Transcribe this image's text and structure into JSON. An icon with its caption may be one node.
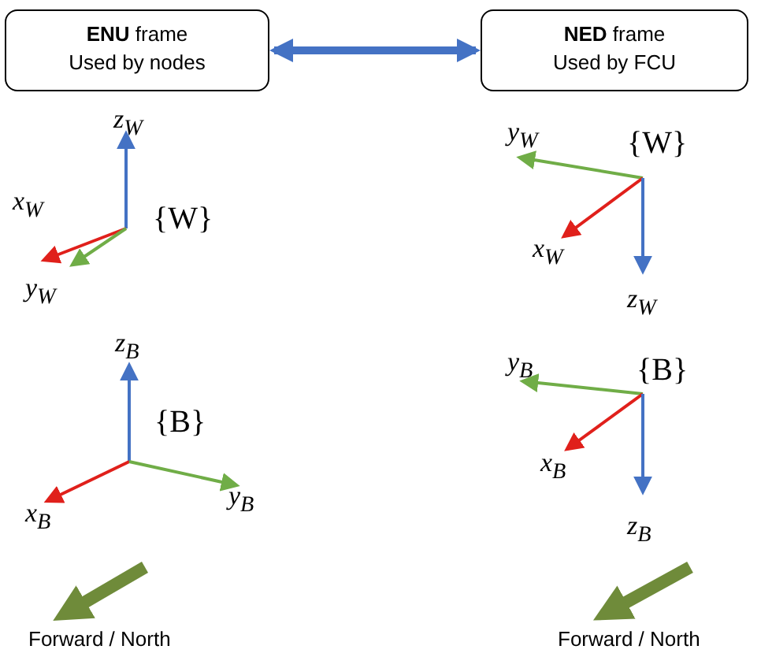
{
  "diagram": {
    "nodes": [
      {
        "text": [
          "**ENU** frame",
          "Used by nodes"
        ]
      },
      {
        "text": [
          "**NED** frame",
          "Used by FCU"
        ]
      }
    ],
    "edges": [
      {
        "from": 0,
        "to": 1,
        "arrow": "both"
      }
    ],
    "labels": [
      "z$_{W}$",
      "x$_{W}$",
      "{W}",
      "y$_{W}$",
      "y$_{W}$",
      "{W}",
      "x$_{W}$",
      "z$_{W}$",
      "z$_{B}$",
      "{B}",
      "x$_{B}$",
      "y$_{B}$",
      "y$_{B}$",
      "{B}",
      "x$_{B}$",
      "z$_{B}$",
      "Forward / North",
      "Forward / North"
    ]
  }
}
